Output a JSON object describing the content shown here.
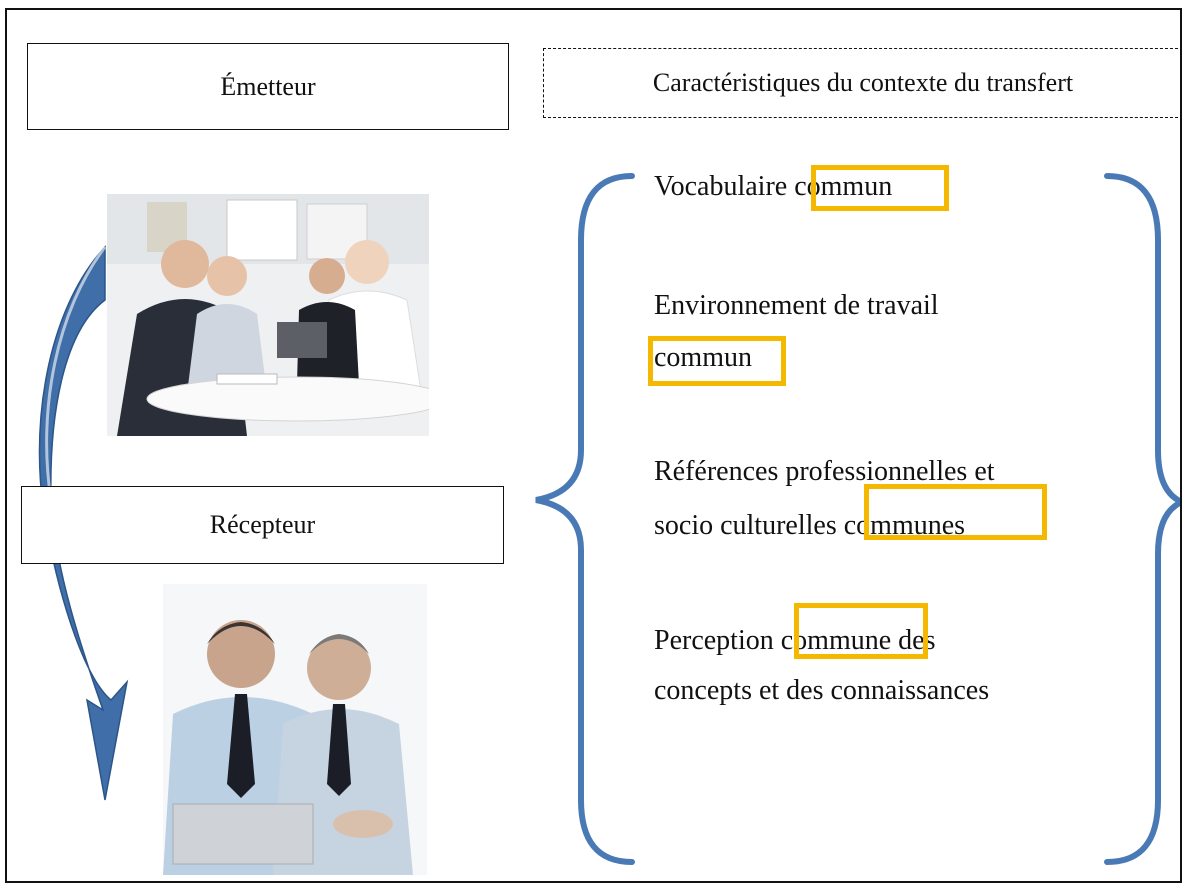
{
  "labels": {
    "emetteur": "Émetteur",
    "recepteur": "Récepteur",
    "context_header": "Caractéristiques du contexte du transfert"
  },
  "items": [
    {
      "line1_pre": "Vocabulaire ",
      "line1_hl": "commun"
    },
    {
      "line1": "Environnement de travail",
      "line2_hl": "commun"
    },
    {
      "line1": "Références professionnelles et",
      "line2_pre": "socio culturelles ",
      "line2_hl": "communes"
    },
    {
      "line1_pre": "Perception ",
      "line1_hl": "commune",
      "line1_post": " des",
      "line2": "concepts et des connaissances"
    }
  ],
  "colors": {
    "highlight": "#f5b800",
    "brace": "#4a7ab5",
    "arrow": "#3f6ea8"
  },
  "images": {
    "top_photo": "team-meeting-photo",
    "bottom_photo": "two-men-at-laptop-photo"
  }
}
